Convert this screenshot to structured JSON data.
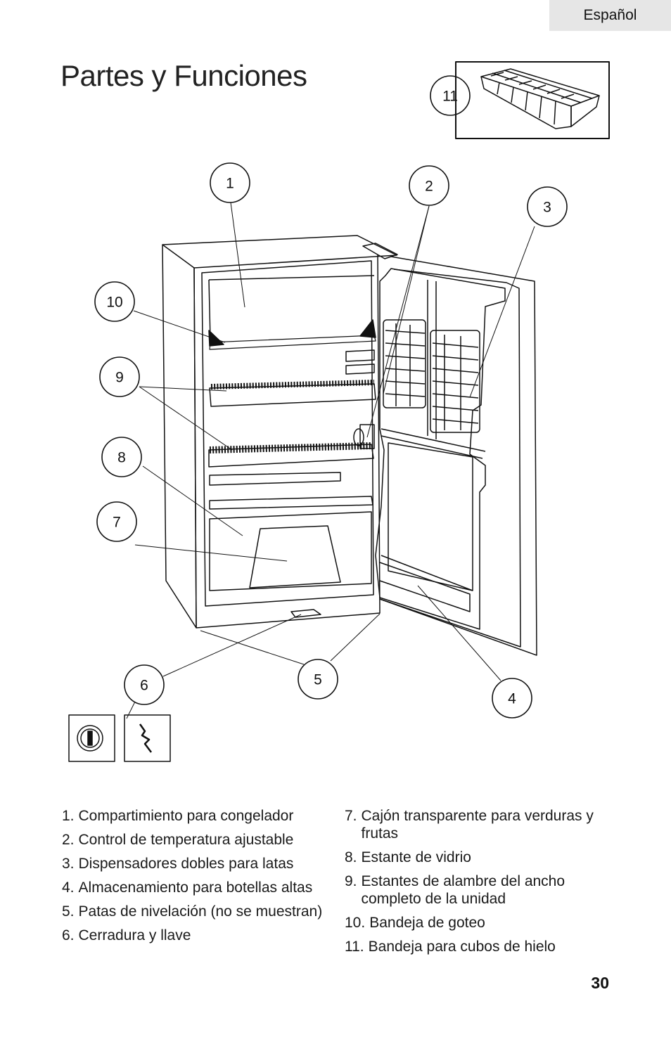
{
  "header": {
    "language_tab": "Español"
  },
  "page": {
    "title": "Partes y Funciones",
    "number": "30"
  },
  "callouts": {
    "c1": "1",
    "c2": "2",
    "c3": "3",
    "c4": "4",
    "c5": "5",
    "c6": "6",
    "c7": "7",
    "c8": "8",
    "c9": "9",
    "c10": "10",
    "c11": "11"
  },
  "parts_left": [
    {
      "num": "1.",
      "text": "Compartimiento para congelador"
    },
    {
      "num": "2.",
      "text": "Control de temperatura ajustable"
    },
    {
      "num": "3.",
      "text": "Dispensadores dobles para latas"
    },
    {
      "num": "4.",
      "text": "Almacenamiento para botellas altas"
    },
    {
      "num": "5.",
      "text": "Patas de nivelación (no se muestran)"
    },
    {
      "num": "6.",
      "text": "Cerradura y llave"
    }
  ],
  "parts_right": [
    {
      "num": "7.",
      "text": "Cajón transparente para verduras y frutas"
    },
    {
      "num": "8.",
      "text": "Estante de vidrio"
    },
    {
      "num": "9.",
      "text": "Estantes de alambre del ancho completo de la unidad"
    },
    {
      "num": "10.",
      "text": "Bandeja de goteo"
    },
    {
      "num": "11.",
      "text": "Bandeja para cubos de hielo"
    }
  ],
  "colors": {
    "ink": "#111111",
    "tab_bg": "#e6e6e6"
  }
}
